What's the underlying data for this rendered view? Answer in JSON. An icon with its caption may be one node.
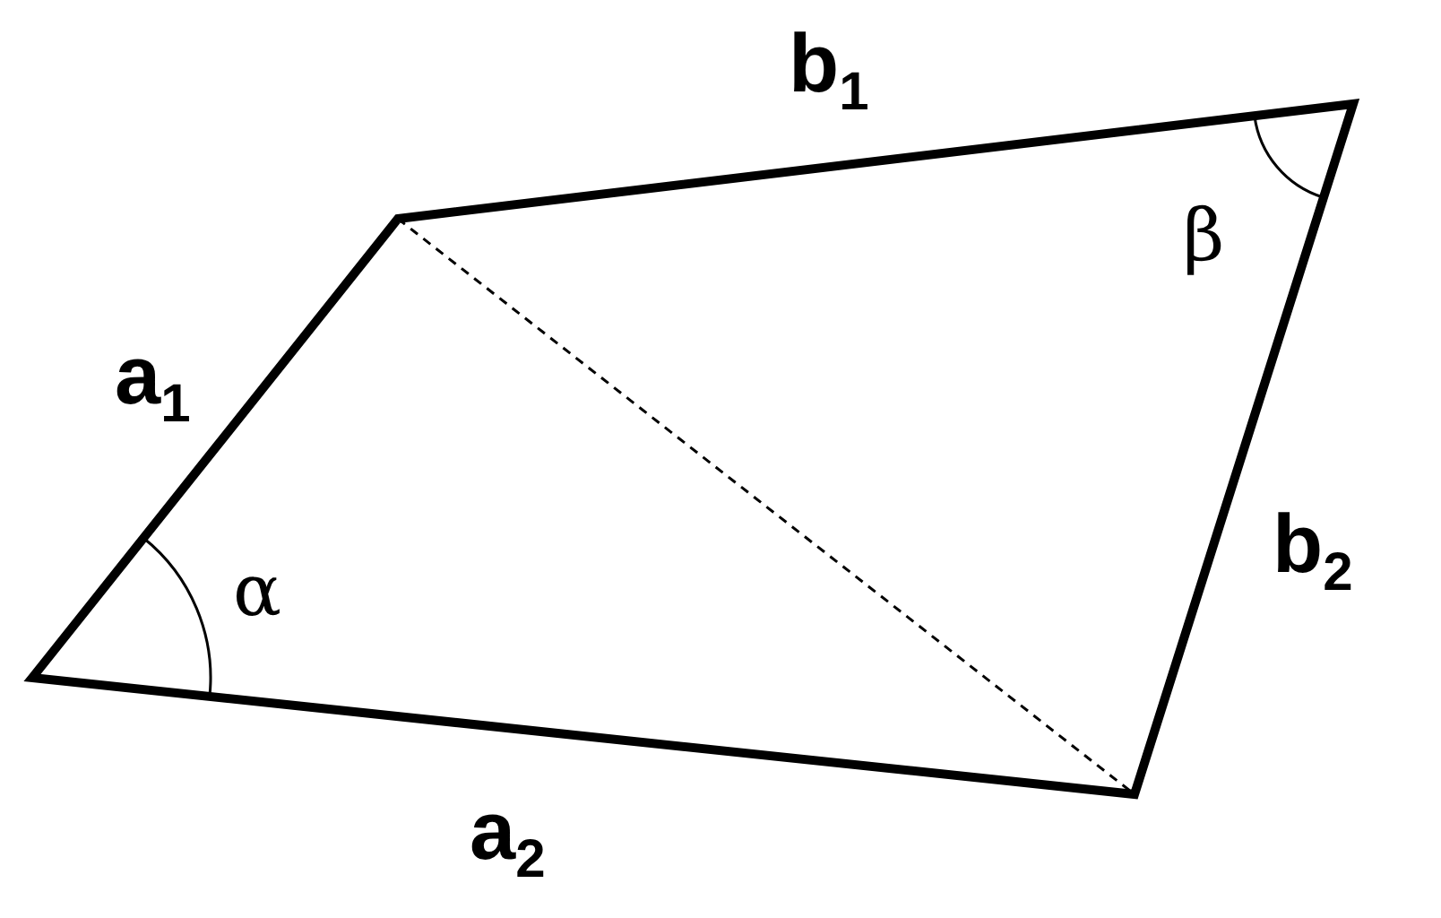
{
  "diagram": {
    "labels": [
      "b$_{1}$",
      "β",
      "a$_{1}$",
      "α",
      "b$_{2}$",
      "a$_{2}$"
    ]
  }
}
